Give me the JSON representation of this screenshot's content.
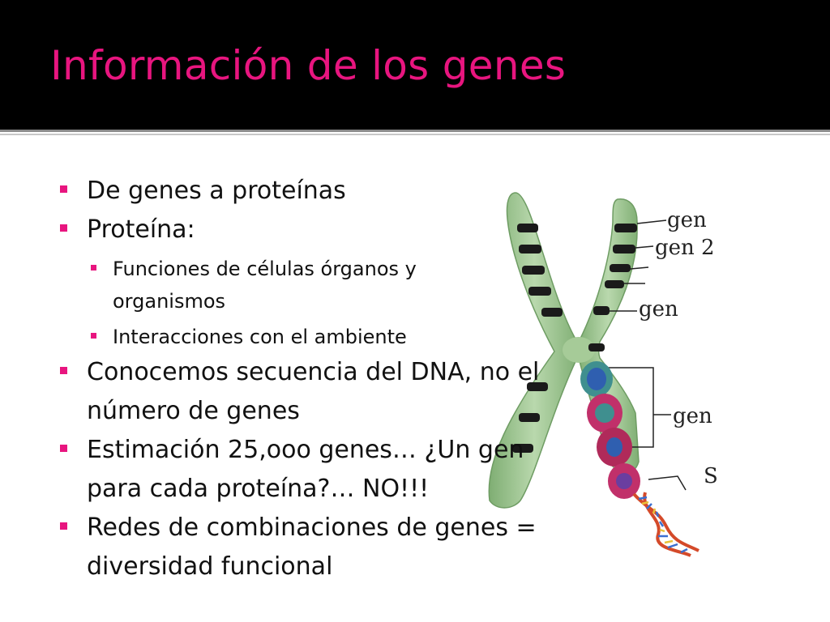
{
  "slide": {
    "title": "Información de los genes",
    "bullets": [
      {
        "level": 1,
        "text": "De genes a proteínas"
      },
      {
        "level": 1,
        "text": "Proteína:"
      },
      {
        "level": 2,
        "text": "Funciones de células órganos y organismos"
      },
      {
        "level": 2,
        "text": "Interacciones con el ambiente"
      },
      {
        "level": 1,
        "text": "Conocemos secuencia del DNA, no el número de genes"
      },
      {
        "level": 1,
        "text": "Estimación 25,ooo genes… ¿Un gen para cada proteína?… NO!!!"
      },
      {
        "level": 1,
        "text": "Redes de combinaciones de genes = diversidad funcional"
      }
    ]
  },
  "figure": {
    "labels": [
      "gen",
      "gen 2",
      "gen",
      "gen",
      "S"
    ]
  },
  "colors": {
    "title": "#e8157f",
    "bullet": "#e8157f",
    "title_bar": "#000000",
    "chromosome": "#9fc591",
    "band": "#1a1a1a"
  }
}
